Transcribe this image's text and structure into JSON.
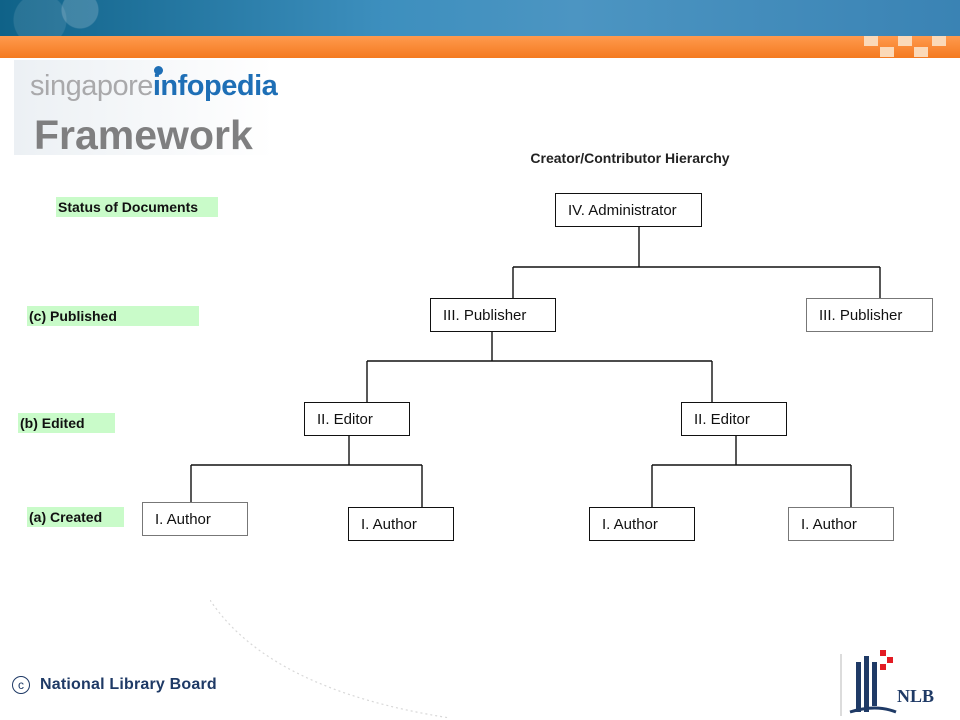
{
  "header": {
    "logo_part1": "singapore",
    "logo_part2": "infopedia",
    "page_title": "Framework"
  },
  "diagram": {
    "title": "Creator/Contributor Hierarchy",
    "status_heading": "Status of Documents",
    "status_levels": [
      "(c) Published",
      "(b) Edited",
      "(a) Created"
    ],
    "nodes": {
      "administrator": "IV. Administrator",
      "publisher_1": "III. Publisher",
      "publisher_2": "III. Publisher",
      "editor_1": "II. Editor",
      "editor_2": "II. Editor",
      "author_1": "I. Author",
      "author_2": "I. Author",
      "author_3": "I. Author",
      "author_4": "I. Author"
    }
  },
  "footer": {
    "copyright_symbol": "c",
    "organization": "National Library Board",
    "brand_abbrev": "NLB"
  },
  "colors": {
    "top_bar": "#3d8fbe",
    "orange_bar": "#f47a20",
    "status_highlight": "#c9fbc9",
    "logo_blue": "#1e6fb6",
    "footer_navy": "#1f3a66"
  }
}
